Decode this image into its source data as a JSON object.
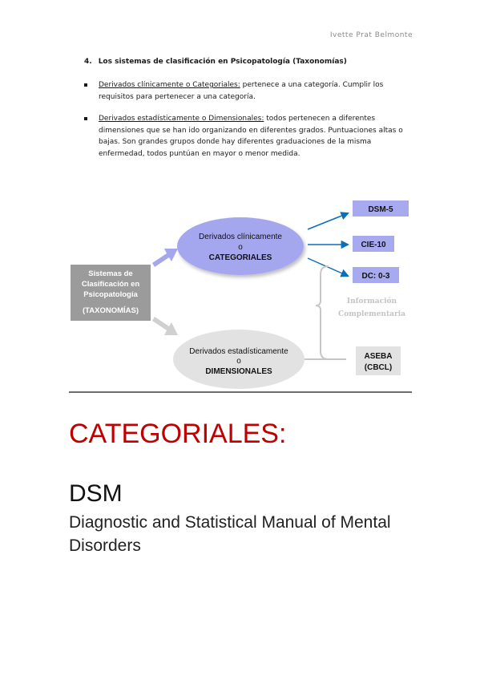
{
  "header": {
    "author": "Ivette Prat Belmonte"
  },
  "section": {
    "number": "4.",
    "title": "Los sistemas de clasificación en Psicopatología (Taxonomías)"
  },
  "bullets": [
    {
      "lead": "Derivados clínicamente o Categoriales:",
      "text": " pertenece a una categoría. Cumplir los requisitos para pertenecer a una categoría."
    },
    {
      "lead": "Derivados estadísticamente o Dimensionales:",
      "text": " todos pertenecen a diferentes dimensiones que se han ido organizando en diferentes grados. Puntuaciones altas o bajas. Son grandes grupos donde hay diferentes graduaciones de la misma enfermedad, todos puntúan en mayor o menor medida."
    }
  ],
  "diagram": {
    "source_box": {
      "line1": "Sistemas de",
      "line2": "Clasificación en",
      "line3": "Psicopatología",
      "line4": "(TAXONOMÍAS)"
    },
    "categorical_ellipse": {
      "line1": "Derivados clínicamente",
      "line2": "o",
      "line3": "CATEGORIALES"
    },
    "dimensional_ellipse": {
      "line1": "Derivados estadísticamente",
      "line2": "o",
      "line3": "DIMENSIONALES"
    },
    "outputs": {
      "dsm5": "DSM-5",
      "cie10": "CIE-10",
      "dc03": "DC: 0-3",
      "aseba_line1": "ASEBA",
      "aseba_line2": "(CBCL)"
    },
    "complementary": {
      "line1": "Información",
      "line2": "Complementaria"
    },
    "colors": {
      "source_box": "#9b9b9b",
      "ellipse_blue": "#a5a7ee",
      "ellipse_grey": "#e2e2e2",
      "output_blue": "#a8aaf0",
      "arrow_blue": "#0b6fb8",
      "arrow_grey": "#d0d0d0"
    }
  },
  "categoriales": {
    "title": "CATEGORIALES:"
  },
  "dsm": {
    "title": "DSM",
    "subtitle": "Diagnostic and Statistical Manual of Mental Disorders"
  }
}
